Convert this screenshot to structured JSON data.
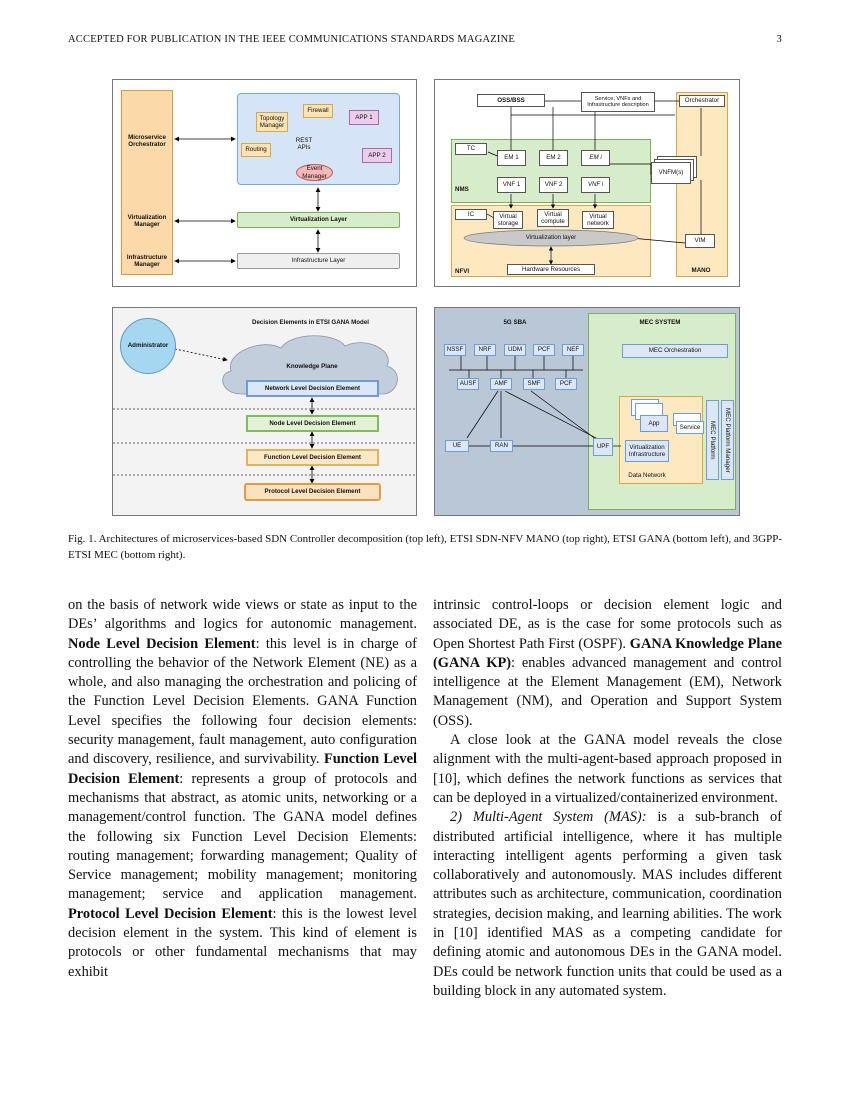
{
  "header": {
    "journal": "ACCEPTED FOR PUBLICATION IN THE IEEE COMMUNICATIONS STANDARDS MAGAZINE",
    "page_number": "3"
  },
  "fig_tl": {
    "microservice_orchestrator": "Microservice Orchestrator",
    "virtualization_manager": "Virtualization Manager",
    "infrastructure_manager": "Infrastructure Manager",
    "topology_manager": "Topology Manager",
    "firewall": "Firewall",
    "app1": "APP 1",
    "app2": "APP 2",
    "routing": "Routing",
    "rest_apis": "REST APIs",
    "event_manager": "Event Manager",
    "virtualization_layer": "Virtualization Layer",
    "infrastructure_layer": "Infrastructure Layer"
  },
  "fig_tr": {
    "oss_bss": "OSS/BSS",
    "service_desc": "Service, VNFs and Infrastructure description",
    "orchestrator": "Orchestrator",
    "tc": "TC",
    "em1": "EM 1",
    "em2": "EM 2",
    "emi": "EM i",
    "vnf1": "VNF 1",
    "vnf2": "VNF 2",
    "vnfi": "VNF i",
    "nms": "NMS",
    "vnfm": "VNFM(s)",
    "ic": "IC",
    "virtual_storage": "Virtual storage",
    "virtual_compute": "Virtual compute",
    "virtual_network": "Virtual network",
    "virtualization_layer": "Virtualization layer",
    "vim": "VIM",
    "hardware_resources": "Hardware Resources",
    "nfvi": "NFVI",
    "mano": "MANO"
  },
  "fig_bl": {
    "title": "Decision Elements in ETSI GANA Model",
    "administrator": "Administrator",
    "knowledge_plane": "Knowledge Plane",
    "network_level": "Network Level Decision Element",
    "node_level": "Node Level Decision Element",
    "function_level": "Function Level Decision Element",
    "protocol_level": "Protocol Level Decision Element"
  },
  "fig_br": {
    "sba": "5G SBA",
    "mec_system": "MEC SYSTEM",
    "nssf": "NSSF",
    "nrf": "NRF",
    "udm": "UDM",
    "pcf_top": "PCF",
    "nef": "NEF",
    "ausf": "AUSF",
    "amf": "AMF",
    "smf": "SMF",
    "pcf_mid": "PCF",
    "ue": "UE",
    "ran": "RAN",
    "upf": "UPF",
    "mec_orchestration": "MEC Orchestration",
    "app": "App",
    "service": "Service",
    "virtualization_infrastructure": "Virtualization Infrastructure",
    "data_network": "Data Network",
    "mec_platform": "MEC Platform",
    "mec_platform_manager": "MEC Platform Manager"
  },
  "caption": "Fig. 1.  Architectures of microservices-based SDN Controller decomposition (top left), ETSI SDN-NFV MANO (top right), ETSI GANA (bottom left), and 3GPP-ETSI MEC (bottom right).",
  "left_col": {
    "t1": "on the basis of network wide views or state as input to the DEs’ algorithms and logics for autonomic management. ",
    "b1": "Node Level Decision Element",
    "t2": ": this level is in charge of controlling the behavior of the Network Element (NE) as a whole, and also managing the orchestration and policing of the Function Level Decision Elements. GANA Function Level specifies the following four decision elements: security management, fault management, auto configuration and discovery, resilience, and survivability. ",
    "b2": "Function Level Decision Element",
    "t3": ": represents a group of protocols and mechanisms that abstract, as atomic units, networking or a management/control function. The GANA model defines the following six Function Level Decision Elements: routing management; forwarding management; Quality of Service management; mobility management; monitoring management; service and application management. ",
    "b3": "Protocol Level Decision Element",
    "t4": ": this is the lowest level decision element in the system. This kind of element is protocols or other fundamental mechanisms that may exhibit"
  },
  "right_col": {
    "p1a": "intrinsic control-loops or decision element logic and associated DE, as is the case for some protocols such as Open Shortest Path First (OSPF). ",
    "p1b": "GANA Knowledge Plane (GANA KP)",
    "p1c": ": enables advanced management and control intelligence at the Element Management (EM), Network Management (NM), and Operation and Support System (OSS).",
    "p2": "A close look at the GANA model reveals the close alignment with the multi-agent-based approach proposed in [10], which defines the network functions as services that can be deployed in a virtualized/containerized environment.",
    "p3a": "2) Multi-Agent System (MAS):",
    "p3b": " is a sub-branch of distributed artificial intelligence, where it has multiple interacting intelligent agents performing a given task collaboratively and autonomously. MAS includes different attributes such as architecture, communication, coordination strategies, decision making, and learning abilities. The work in [10] identified MAS as a competing candidate for defining atomic and autonomous DEs in the GANA model. DEs could be network function units that could be used as a building block in any automated system."
  }
}
